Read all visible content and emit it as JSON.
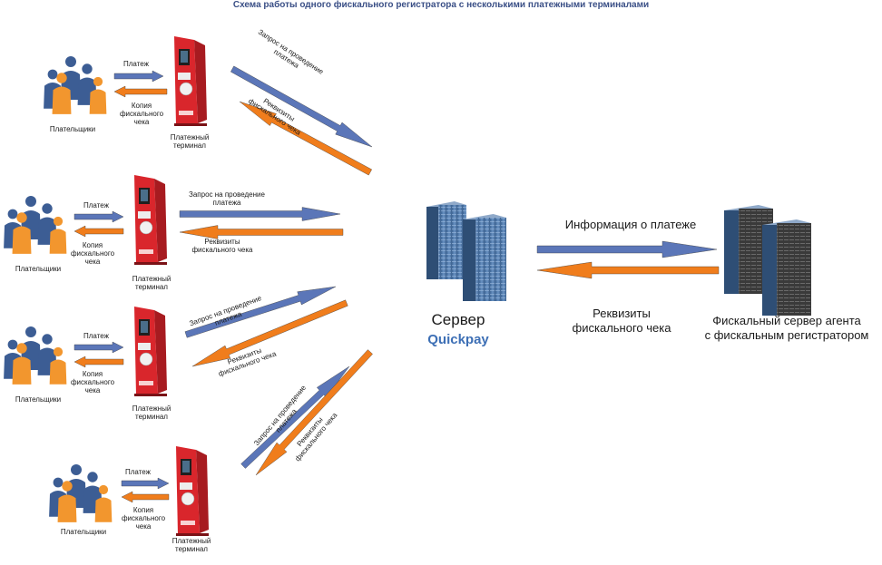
{
  "title": "Схема работы одного фискального регистратора с несколькими платежными терминалами",
  "colors": {
    "blue_arrow": "#5b76b8",
    "orange_arrow": "#f07d1c",
    "person_blue": "#3c5d94",
    "person_orange": "#f2962e",
    "terminal_red": "#d9262c",
    "server_blue": "#4a6fa0",
    "fiscal_server_gray": "#3c3c3c",
    "title": "#3a4f86",
    "quickpay": "#3d6fb5"
  },
  "groups": [
    {
      "payers": "Плательщики",
      "terminal": "Платежный\nтерминал",
      "payment": "Платеж",
      "receipt_copy": "Копия\nфискального\nчека",
      "request": "Запрос на проведение\nплатежа",
      "requisites": "Реквизиты\nфискального чека"
    },
    {
      "payers": "Плательщики",
      "terminal": "Платежный\nтерминал",
      "payment": "Платеж",
      "receipt_copy": "Копия\nфискального\nчека",
      "request": "Запрос на проведение\nплатежа",
      "requisites": "Реквизиты\nфискального чека"
    },
    {
      "payers": "Плательщики",
      "terminal": "Платежный\nтерминал",
      "payment": "Платеж",
      "receipt_copy": "Копия\nфискального\nчека",
      "request": "Запрос на проведение\nплатежа",
      "requisites": "Реквизиты\nфискального чека"
    },
    {
      "payers": "Плательщики",
      "terminal": "Платежный\nтерминал",
      "payment": "Платеж",
      "receipt_copy": "Копия\nфискального\nчека",
      "request": "Запрос на проведение\nплатежа",
      "requisites": "Реквизиты\nфискального чека"
    }
  ],
  "server": {
    "label": "Сервер",
    "brand": "Quickpay"
  },
  "payment_info": "Информация о платеже",
  "receipt_requisites": "Реквизиты\nфискального чека",
  "fiscal_server": "Фискальный сервер агента\nс фискальным регистратором"
}
